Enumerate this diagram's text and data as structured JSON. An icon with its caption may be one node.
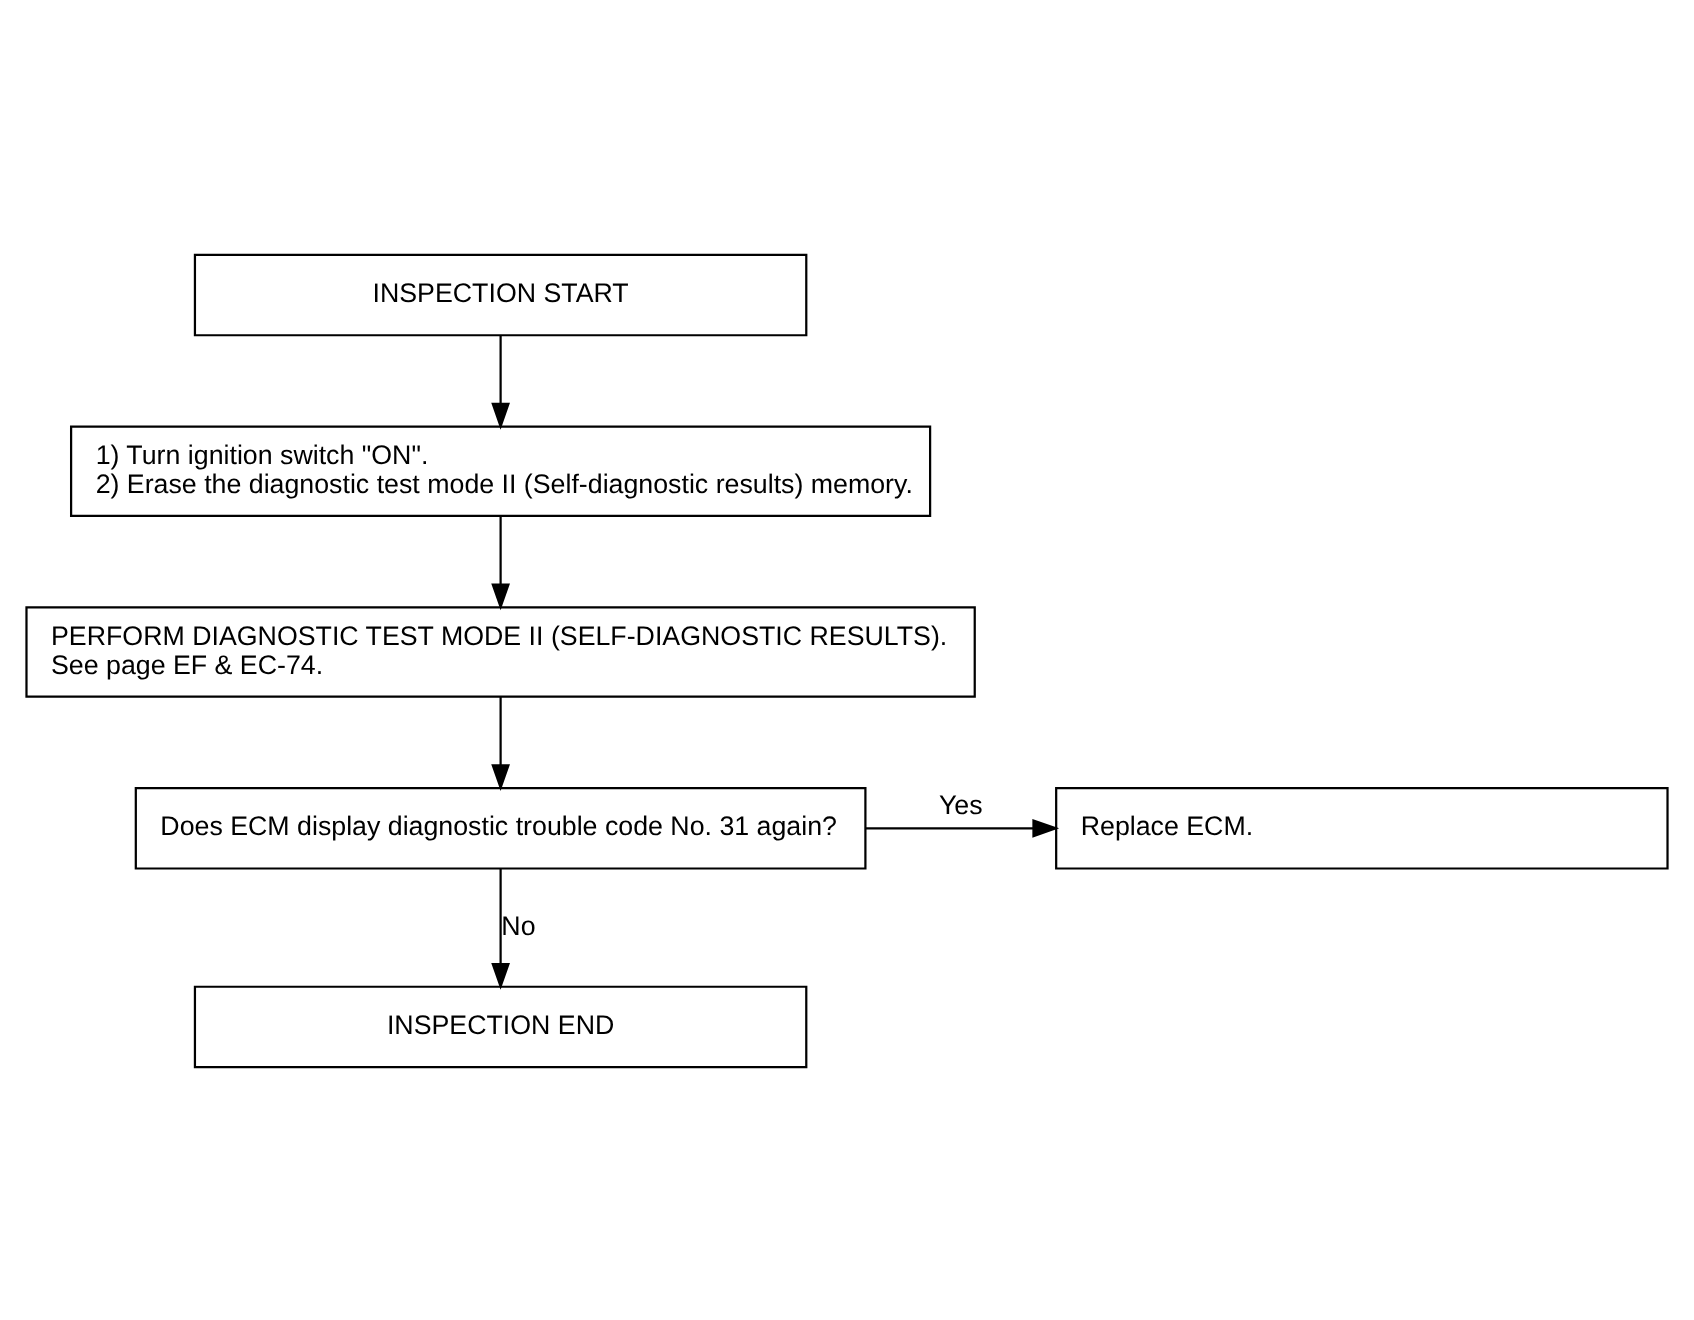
{
  "diagram": {
    "nodes": [
      {
        "text": [
          "INSPECTION START"
        ]
      },
      {
        "text": [
          "1) Turn ignition switch \"ON\".",
          "2) Erase the diagnostic test mode II (Self-diagnostic results) memory."
        ]
      },
      {
        "text": [
          "PERFORM DIAGNOSTIC TEST MODE II (SELF-DIAGNOSTIC RESULTS).",
          "See page EF & EC-74."
        ]
      },
      {
        "text": [
          "Does ECM display diagnostic trouble code No. 31 again?"
        ]
      },
      {
        "text": [
          "Replace ECM."
        ]
      },
      {
        "text": [
          "INSPECTION END"
        ]
      }
    ],
    "edges": [
      {
        "from": 0,
        "to": 1,
        "arrow": "to"
      },
      {
        "from": 1,
        "to": 2,
        "arrow": "to"
      },
      {
        "from": 2,
        "to": 3,
        "arrow": "to"
      },
      {
        "from": 3,
        "to": 4,
        "arrow": "to",
        "label": "Yes"
      },
      {
        "from": 3,
        "to": 5,
        "arrow": "to",
        "label": "No"
      }
    ]
  }
}
